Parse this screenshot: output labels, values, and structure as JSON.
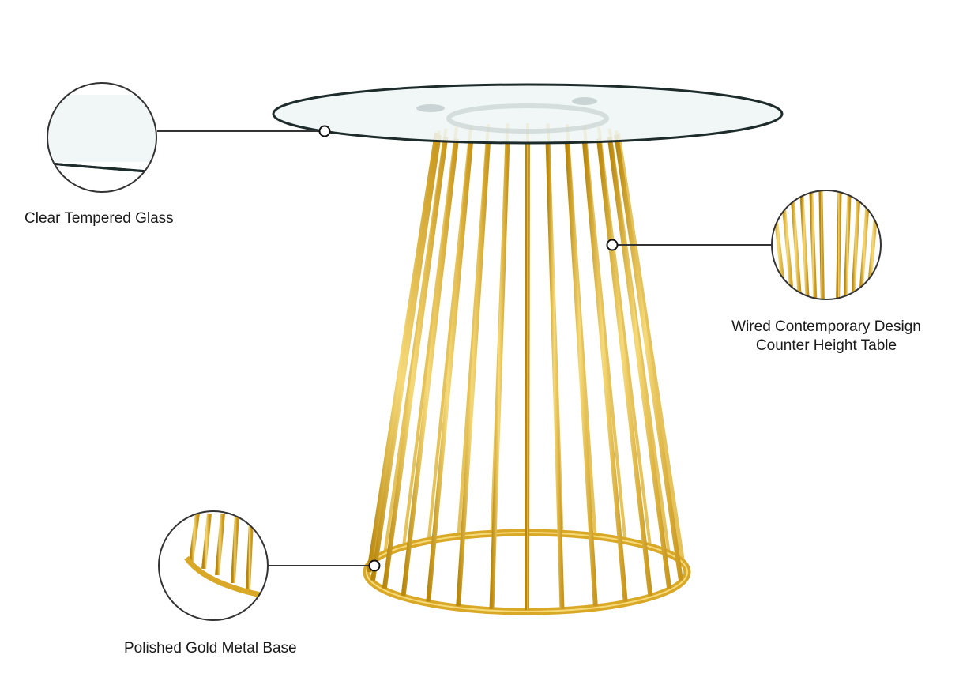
{
  "colors": {
    "gold": "#d9a826",
    "gold_light": "#f3d774",
    "glass": "#eef6f6",
    "glass_edge": "#1d2b2a",
    "callout": "#333333"
  },
  "callouts": [
    {
      "id": "glass",
      "label": "Clear Tempered Glass"
    },
    {
      "id": "design",
      "label_line1": "Wired Contemporary Design",
      "label_line2": "Counter Height Table"
    },
    {
      "id": "base",
      "label": "Polished Gold Metal Base"
    }
  ]
}
